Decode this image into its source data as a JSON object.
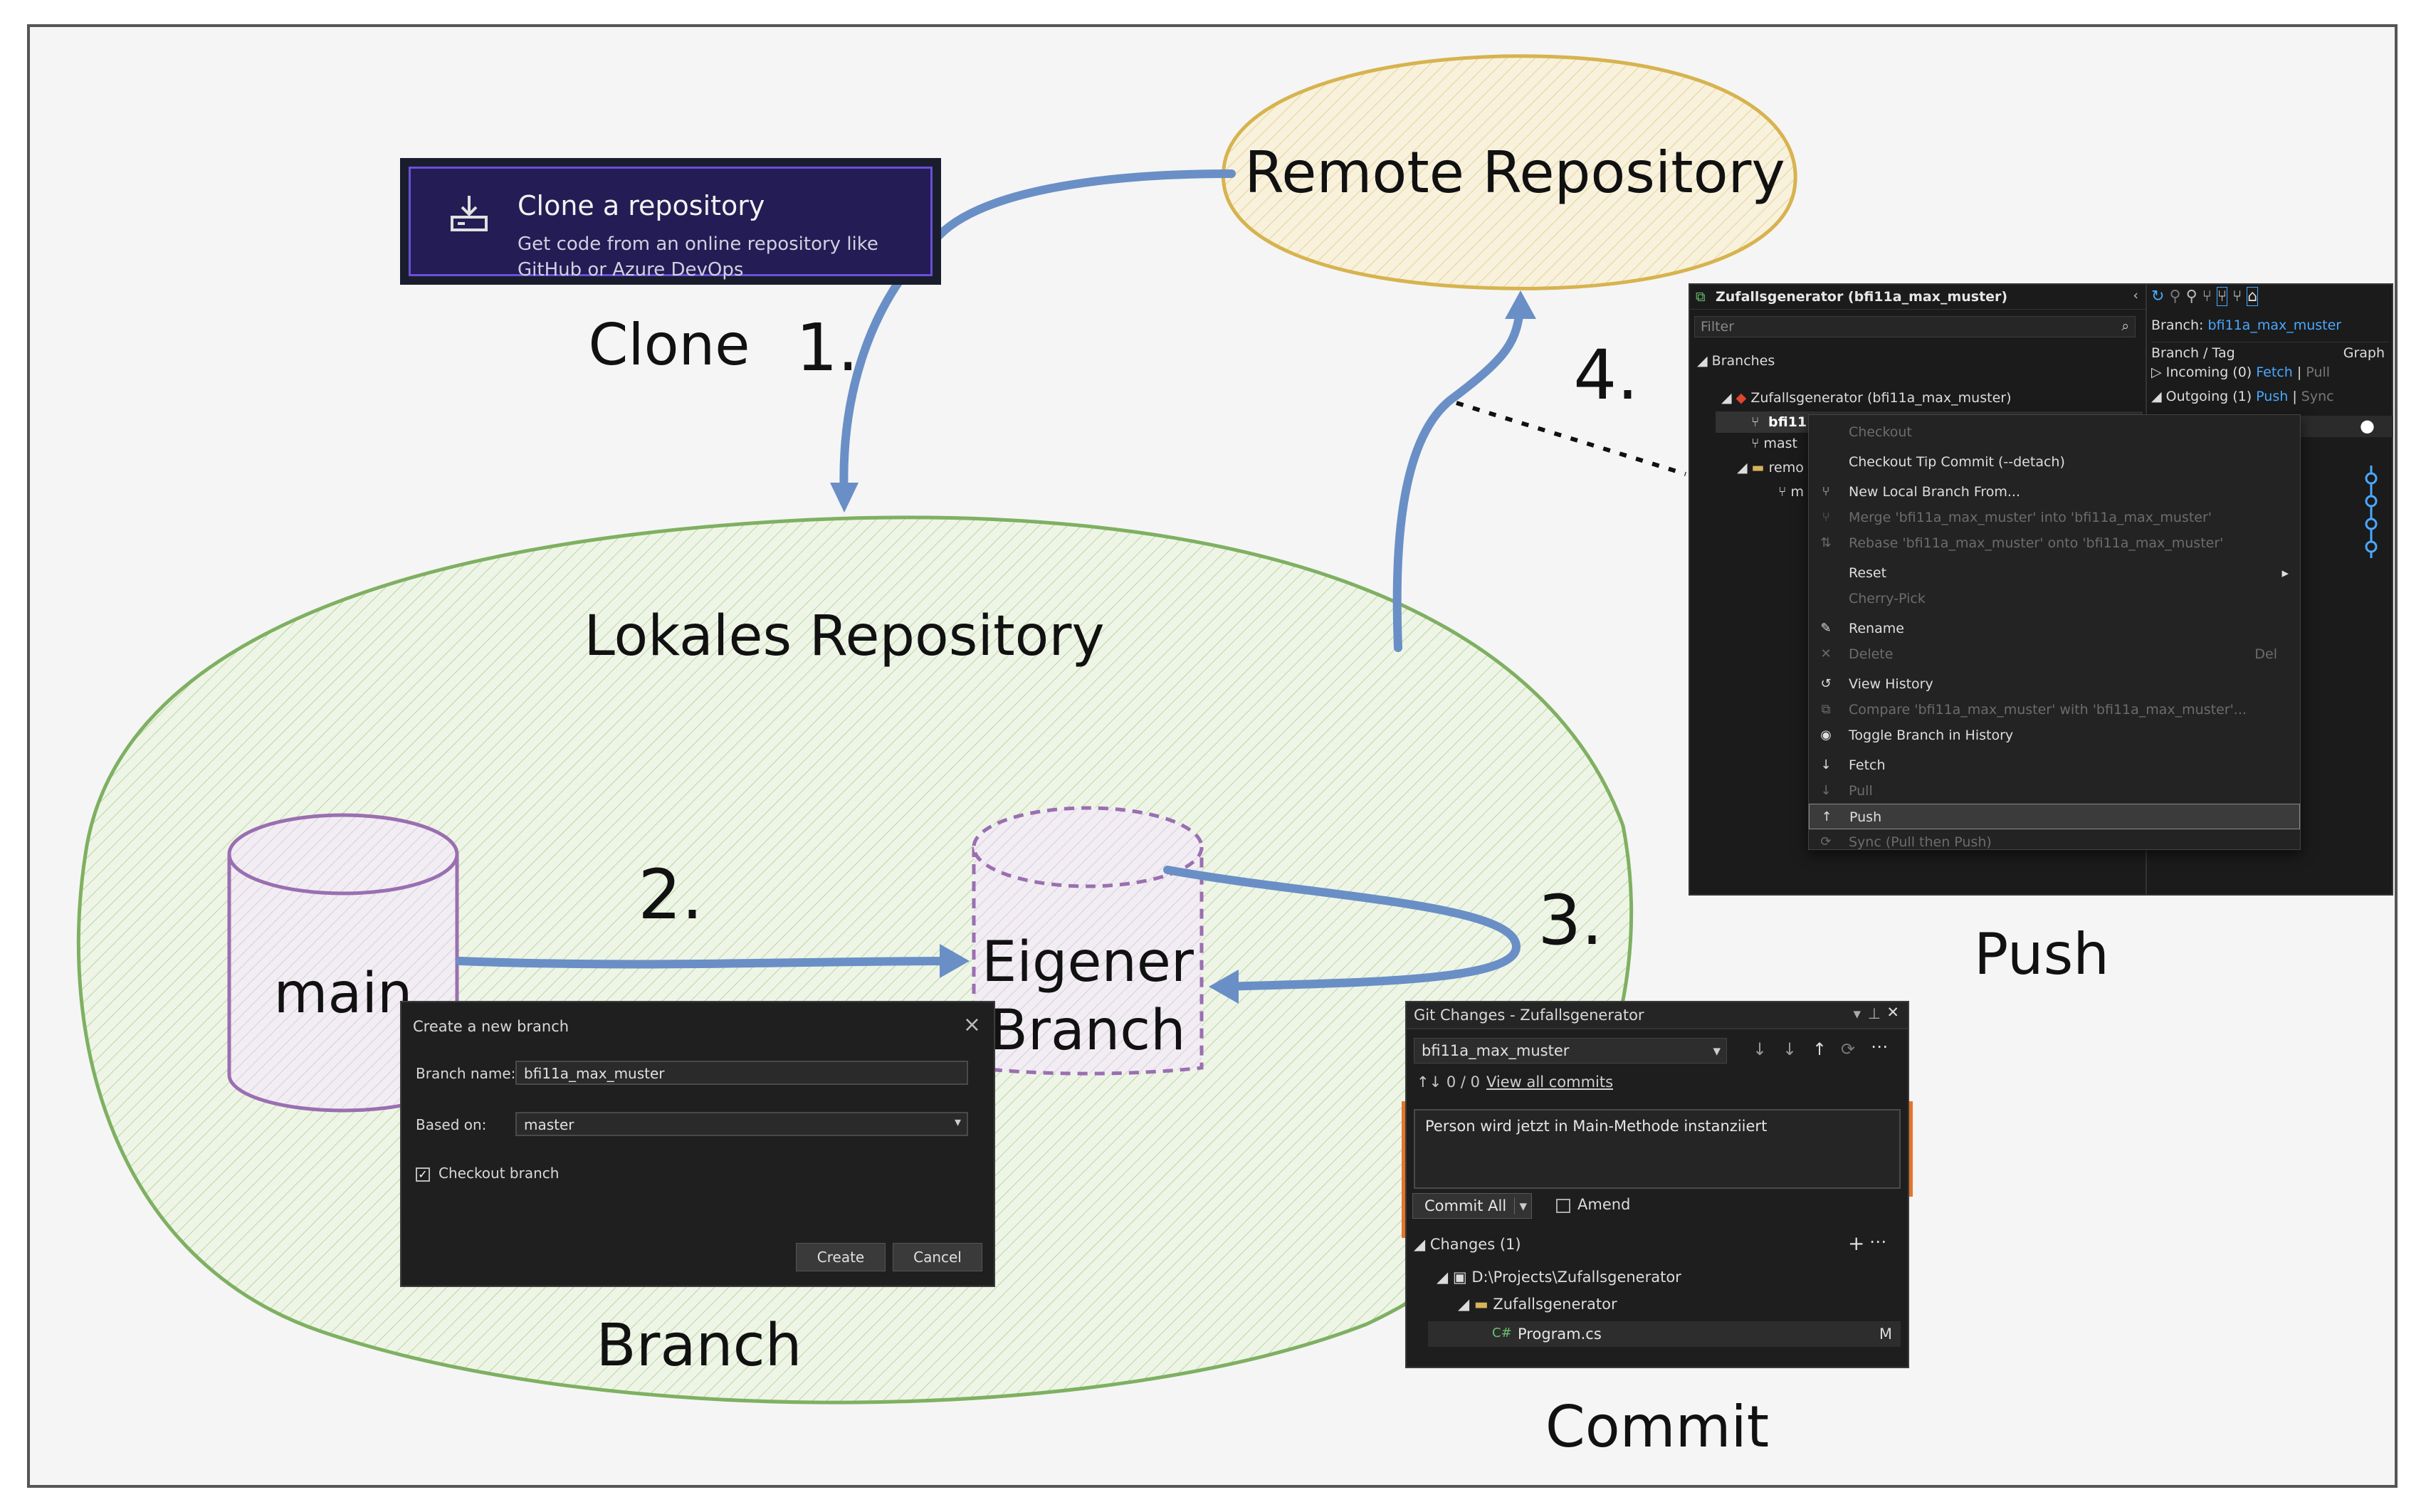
{
  "labels": {
    "remote": "Remote Repository",
    "local": "Lokales Repository",
    "clone": "Clone",
    "branch": "Branch",
    "commit": "Commit",
    "push": "Push",
    "main": "main",
    "own_branch_line1": "Eigener",
    "own_branch_line2": "Branch",
    "step1": "1.",
    "step2": "2.",
    "step3": "3.",
    "step4": "4."
  },
  "colors": {
    "arrow": "#6a8fc6",
    "remote_outline": "#d7b34f",
    "remote_fill": "#f3ead0",
    "local_outline": "#7fb062",
    "local_fill": "#e4f0d9",
    "cylinder": "#9a6fb0",
    "frame": "#555555",
    "highlight": "#e4742a"
  },
  "clone_panel": {
    "title": "Clone a repository",
    "description": "Get code from an online repository like GitHub or Azure DevOps"
  },
  "branch_dialog": {
    "title": "Create a new branch",
    "branch_name_label": "Branch name:",
    "branch_name_value": "bfi11a_max_muster",
    "based_on_label": "Based on:",
    "based_on_value": "master",
    "checkout_label": "Checkout branch",
    "checkout_checked": true,
    "create_label": "Create",
    "cancel_label": "Cancel"
  },
  "git_panel": {
    "title": "Git Changes - Zufallsgenerator",
    "branch": "bfi11a_max_muster",
    "commit_counts": "0 / 0",
    "view_all_commits": "View all commits",
    "message": "Person wird jetzt in Main-Methode instanziiert",
    "commit_all": "Commit All",
    "amend": "Amend",
    "changes_header": "Changes (1)",
    "path": "D:\\Projects\\Zufallsgenerator",
    "folder": "Zufallsgenerator",
    "file": "Program.cs",
    "file_status": "M",
    "file_icon_text": "C#"
  },
  "context_shot": {
    "repo_title": "Zufallsgenerator (bfi11a_max_muster)",
    "filter_placeholder": "Filter",
    "branches_header": "Branches",
    "repo_node": "Zufallsgenerator (bfi11a_max_muster)",
    "branch_nodes": [
      "bfi11",
      "mast",
      "remo",
      "m"
    ],
    "right_branch_label": "Branch:",
    "right_branch_value": "bfi11a_max_muster",
    "right_header_left": "Branch / Tag",
    "right_header_right": "Graph",
    "incoming": "Incoming (0)",
    "fetch": "Fetch",
    "pull": "Pull",
    "outgoing": "Outgoing (1)",
    "push": "Push",
    "sync": "Sync",
    "menu": [
      {
        "label": "Checkout",
        "disabled": true,
        "icon": ""
      },
      {
        "label": "Checkout Tip Commit (--detach)",
        "disabled": false,
        "icon": ""
      },
      {
        "label": "New Local Branch From...",
        "disabled": false,
        "icon": "⑂"
      },
      {
        "label": "Merge 'bfi11a_max_muster' into 'bfi11a_max_muster'",
        "disabled": true,
        "icon": "⑂"
      },
      {
        "label": "Rebase 'bfi11a_max_muster' onto 'bfi11a_max_muster'",
        "disabled": true,
        "icon": "⇅"
      },
      {
        "label": "Reset",
        "disabled": false,
        "icon": "",
        "submenu": "▸"
      },
      {
        "label": "Cherry-Pick",
        "disabled": true,
        "icon": ""
      },
      {
        "label": "Rename",
        "disabled": false,
        "icon": "✎"
      },
      {
        "label": "Delete",
        "disabled": true,
        "icon": "✕",
        "shortcut": "Del"
      },
      {
        "label": "View History",
        "disabled": false,
        "icon": "↺"
      },
      {
        "label": "Compare 'bfi11a_max_muster' with 'bfi11a_max_muster'...",
        "disabled": true,
        "icon": "⧉"
      },
      {
        "label": "Toggle Branch in History",
        "disabled": false,
        "icon": "◉"
      },
      {
        "label": "Fetch",
        "disabled": false,
        "icon": "↓"
      },
      {
        "label": "Pull",
        "disabled": true,
        "icon": "↓"
      },
      {
        "label": "Push",
        "disabled": false,
        "icon": "↑",
        "selected": true
      },
      {
        "label": "Sync (Pull then Push)",
        "disabled": true,
        "icon": "⟳"
      }
    ]
  }
}
